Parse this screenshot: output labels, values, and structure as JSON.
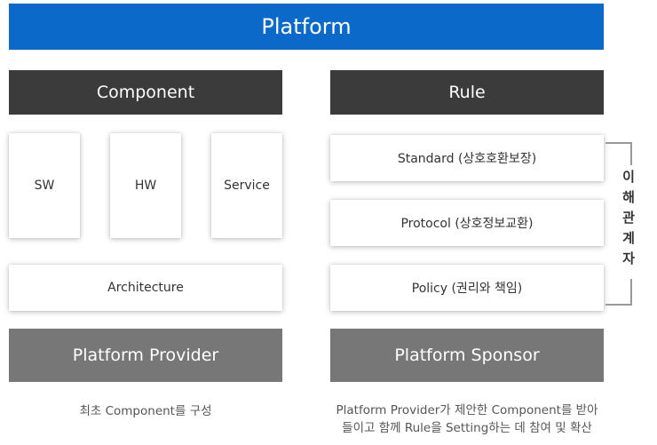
{
  "platform_title": "Platform",
  "left": {
    "header": "Component",
    "items": [
      "SW",
      "HW",
      "Service"
    ],
    "architecture": "Architecture",
    "footer": "Platform Provider",
    "caption": "최초 Component를 구성"
  },
  "right": {
    "header": "Rule",
    "rules": [
      "Standard (상호호환보장)",
      "Protocol (상호정보교환)",
      "Policy (권리와 책임)"
    ],
    "footer": "Platform Sponsor",
    "caption_line1": "Platform Provider가 제안한 Component를 받아",
    "caption_line2": "들이고 함께 Rule을 Setting하는 데 참여 및 확산"
  },
  "stakeholder_label": [
    "이",
    "해",
    "관",
    "계",
    "자"
  ],
  "colors": {
    "banner": "#0b69c9",
    "header": "#3b3b3b",
    "footer": "#777777"
  }
}
